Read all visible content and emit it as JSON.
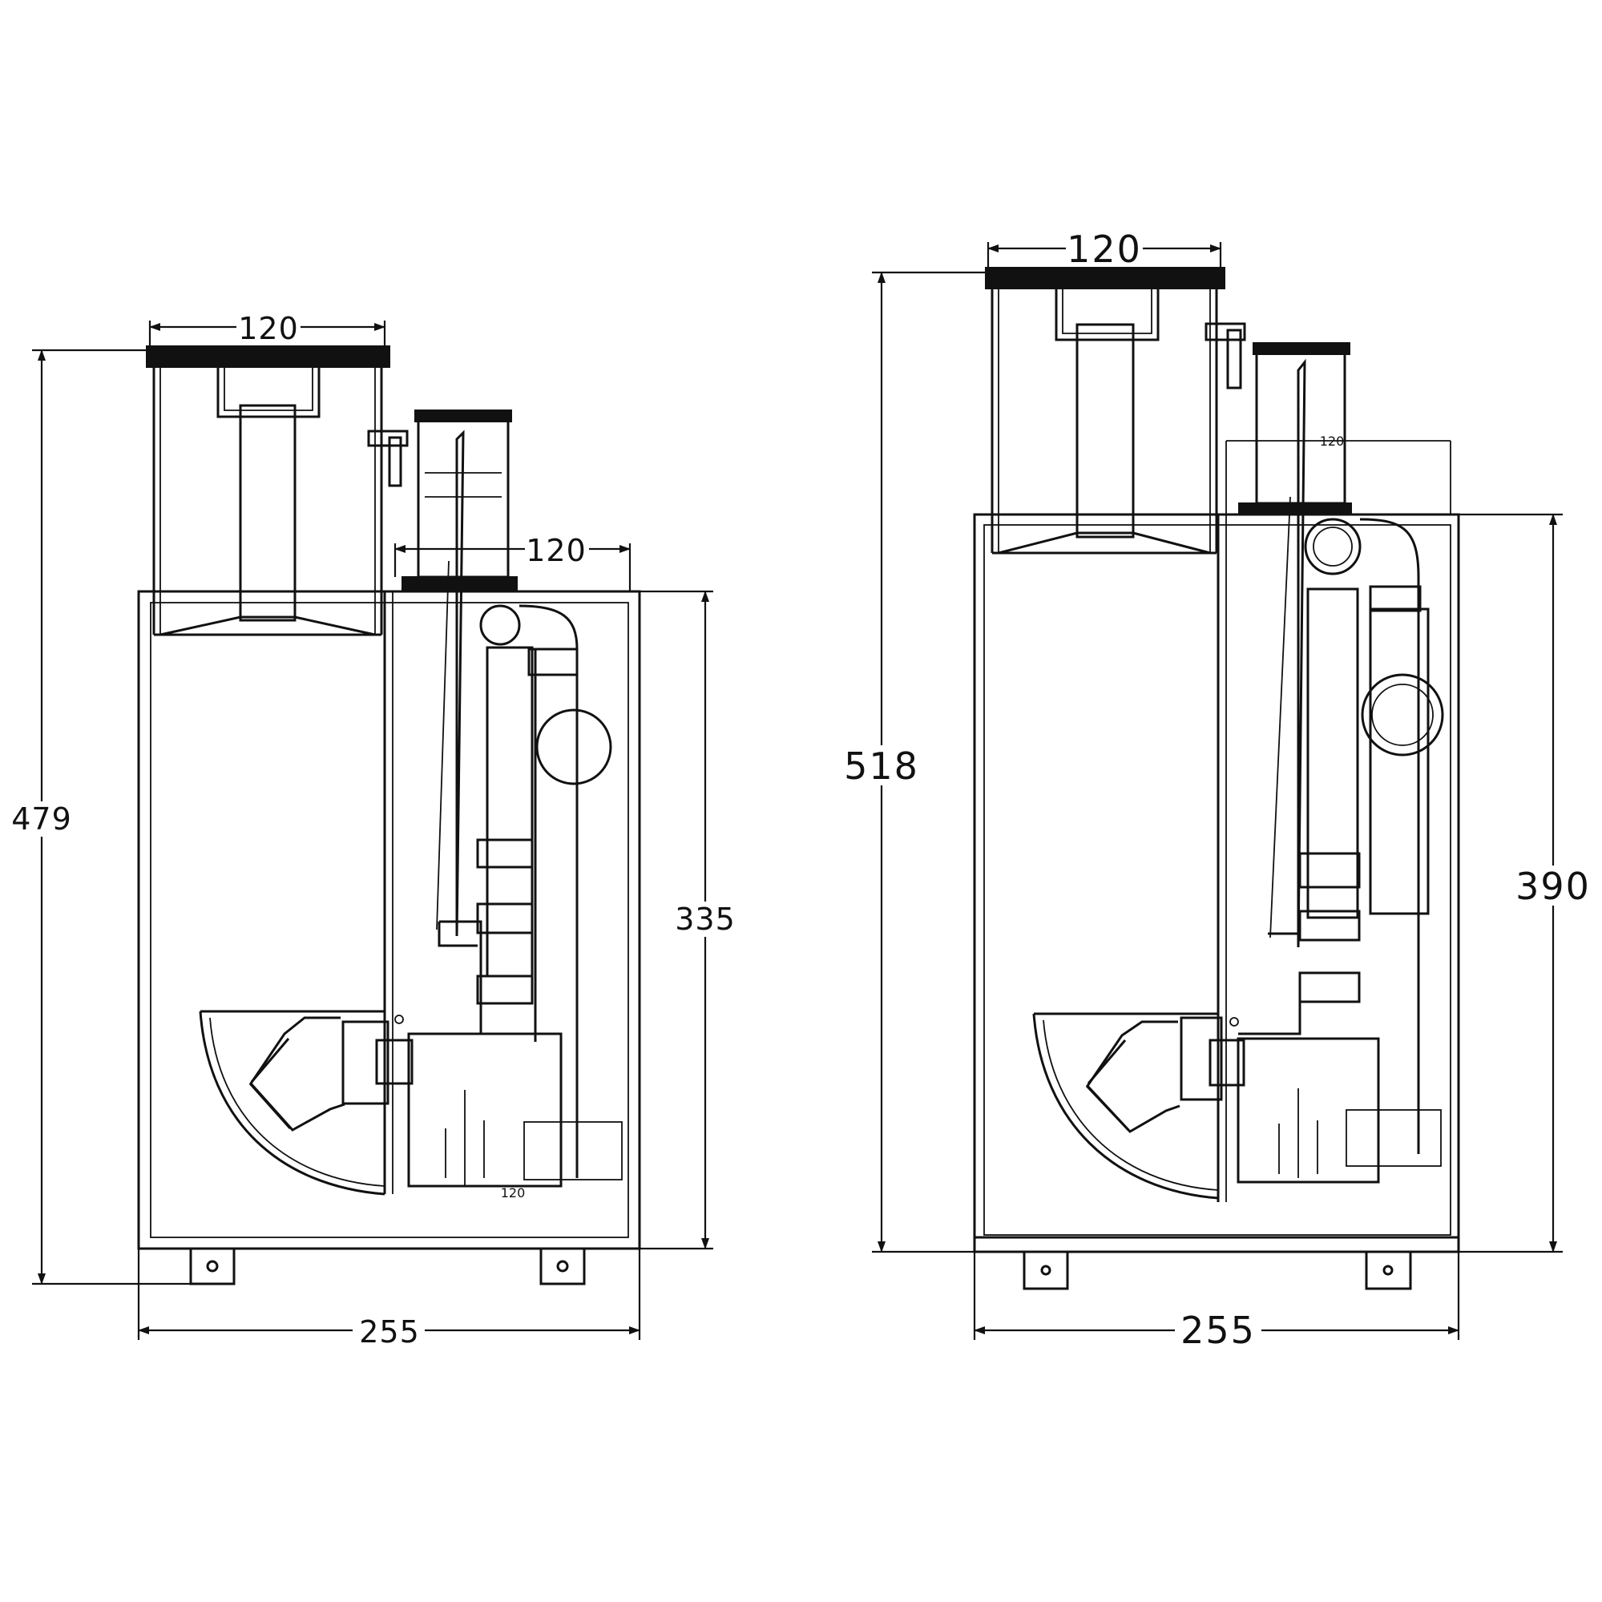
{
  "left_drawing": {
    "dim_width_top": "120",
    "dim_width_mid": "120",
    "dim_height_total": "479",
    "dim_height_body": "335",
    "dim_width_base": "255",
    "tiny_label": "120"
  },
  "right_drawing": {
    "dim_width_top": "120",
    "dim_width_mid": "120",
    "dim_height_total": "518",
    "dim_height_body": "390",
    "dim_width_base": "255"
  }
}
